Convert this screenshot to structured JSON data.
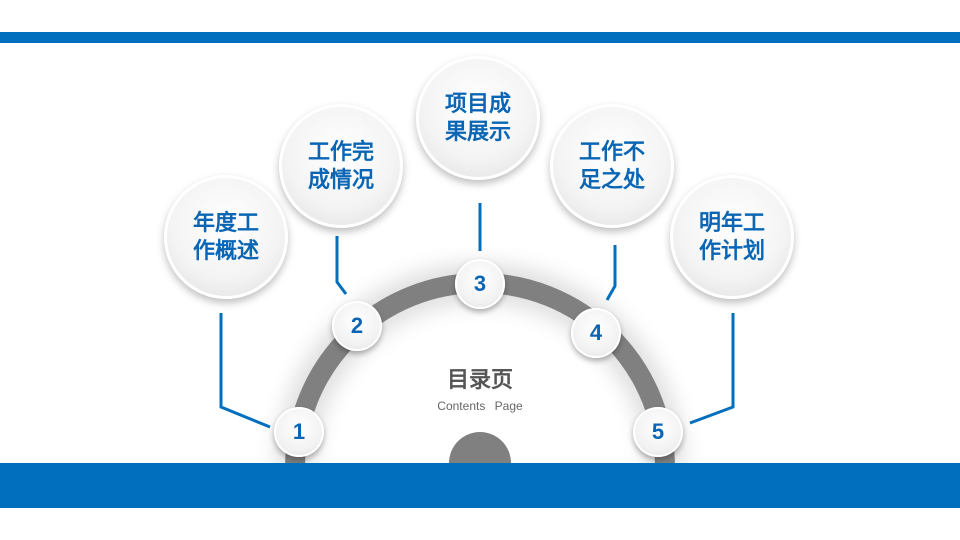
{
  "center": {
    "title": "目录页",
    "subtitle": "Contents Page"
  },
  "items": [
    {
      "number": "1",
      "label": "年度工作概述"
    },
    {
      "number": "2",
      "label": "工作完成情况"
    },
    {
      "number": "3",
      "label": "项目成果展示"
    },
    {
      "number": "4",
      "label": "工作不足之处"
    },
    {
      "number": "5",
      "label": "明年工作计划"
    }
  ],
  "colors": {
    "accent": "#016fbe",
    "arc": "#808080"
  }
}
